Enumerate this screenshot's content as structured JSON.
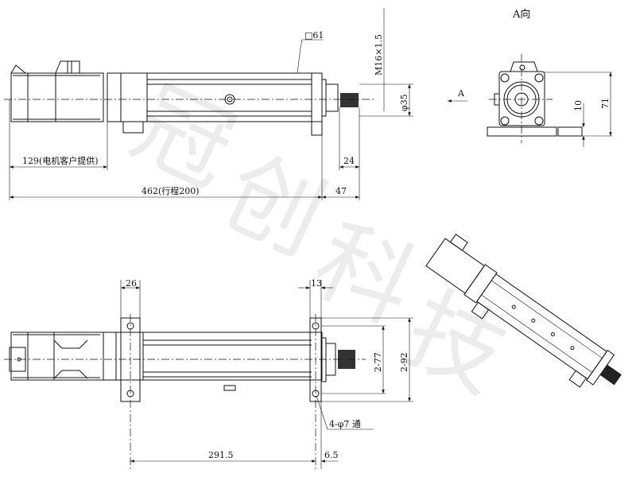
{
  "watermark": "冠创科技",
  "view_a": {
    "title": "A向",
    "arrow_label": "A",
    "dim_height": "71",
    "dim_base": "10"
  },
  "top_view": {
    "square_label": "□61",
    "thread_label": "M16×1.5",
    "rod_dia": "φ35",
    "motor_len": "129(电机客户提供)",
    "total_len": "462(行程200)",
    "rod_ext": "47",
    "thread_len": "24"
  },
  "bottom_view": {
    "foot_width_rear": "26",
    "foot_width_front": "13",
    "hole_spacing_inner": "2-77",
    "hole_spacing_outer": "2-92",
    "holes_label": "4-φ7 通",
    "foot_spacing": "291.5",
    "front_offset": "6.5"
  }
}
